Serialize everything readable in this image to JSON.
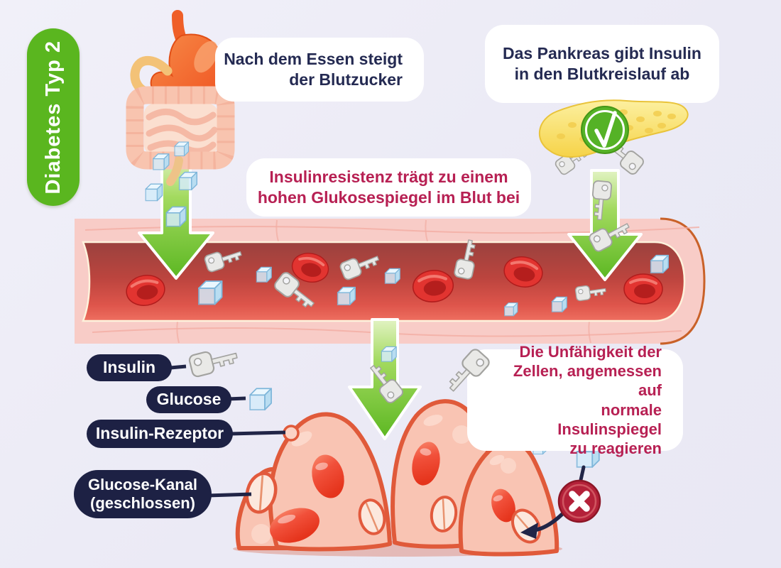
{
  "title_badge": {
    "label": "Diabetes Typ 2"
  },
  "callouts": {
    "after_eating": {
      "lines": [
        "Nach dem Essen steigt",
        "der Blutzucker"
      ]
    },
    "pancreas": {
      "lines": [
        "Das Pankreas gibt Insulin",
        "in den Blutkreislauf ab"
      ]
    },
    "resistance": {
      "lines": [
        "Insulinresistenz trägt zu einem",
        "hohen Glukosespiegel im Blut bei"
      ]
    },
    "inability": {
      "lines": [
        "Die Unfähigkeit der",
        "Zellen, angemessen auf",
        "normale Insulinspiegel",
        "zu reagieren"
      ]
    }
  },
  "legend": {
    "insulin": "Insulin",
    "glucose": "Glucose",
    "receptor": "Insulin-Rezeptor",
    "channel": [
      "Glucose-Kanal",
      "(geschlossen)"
    ]
  },
  "icons": {
    "insulin": "key-icon",
    "glucose": "glucose-cube-icon",
    "insulin_release": "checkmark-icon",
    "blocked_channel": "cross-icon"
  },
  "colors": {
    "background": "#ededf6",
    "badge_green": "#5ab61f",
    "arrow_green": "#5cb722",
    "text_navy": "#242a52",
    "text_magenta": "#b72053",
    "vessel_wall_pink": "#f8ccc7",
    "blood_red": "#c4453f",
    "cell_pink": "#f9c4b3",
    "check_green": "#55b226",
    "cross_red": "#b42139",
    "label_pill_navy": "#1d2144"
  }
}
